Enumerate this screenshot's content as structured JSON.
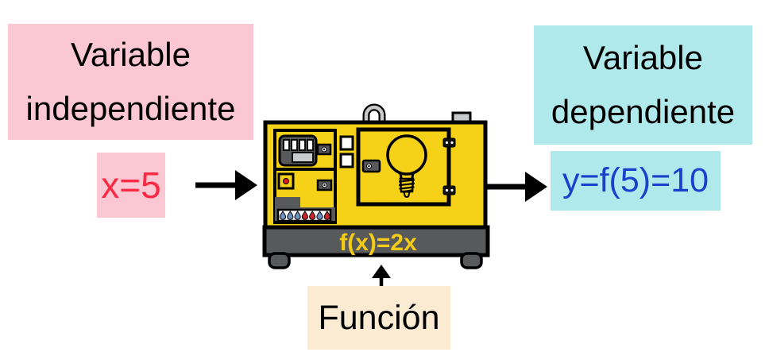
{
  "diagram": {
    "independent_variable": {
      "title_line1": "Variable",
      "title_line2": "independiente",
      "value": "x=5"
    },
    "dependent_variable": {
      "title_line1": "Variable",
      "title_line2": "dependiente",
      "value": "y=f(5)=10"
    },
    "machine": {
      "formula": "f(x)=2x",
      "icons": [
        "lifting-hook",
        "exhaust-pipe",
        "control-panel",
        "power-buttons",
        "indicator-drops",
        "vent-slots",
        "access-door",
        "light-bulb"
      ]
    },
    "function_label": "Función",
    "colors": {
      "independent_bg": "#FBC7D2",
      "independent_value_color": "#FB2943",
      "dependent_bg": "#AFE9EB",
      "dependent_value_color": "#1941CC",
      "function_label_bg": "#FCEBD3",
      "machine_body": "#F5D118",
      "machine_base": "#58595B",
      "machine_metal": "#C9CACC",
      "formula_color": "#F4CC15",
      "drop_blue": "#6E91BE",
      "drop_red": "#C9262C",
      "arrow": "#000000"
    }
  }
}
